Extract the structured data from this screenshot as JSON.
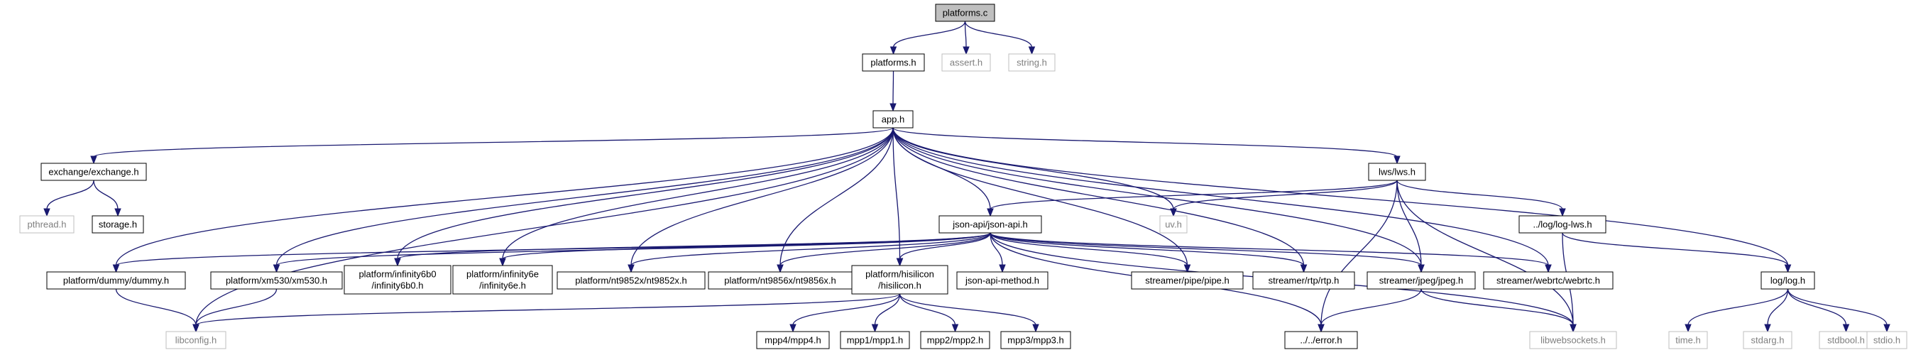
{
  "nodes": [
    {
      "id": "platforms_c",
      "lines": [
        "platforms.c"
      ],
      "kind": "root"
    },
    {
      "id": "platforms_h",
      "lines": [
        "platforms.h"
      ],
      "kind": "normal"
    },
    {
      "id": "assert_h",
      "lines": [
        "assert.h"
      ],
      "kind": "ext"
    },
    {
      "id": "string_h",
      "lines": [
        "string.h"
      ],
      "kind": "ext"
    },
    {
      "id": "app_h",
      "lines": [
        "app.h"
      ],
      "kind": "normal"
    },
    {
      "id": "exchange_h",
      "lines": [
        "exchange/exchange.h"
      ],
      "kind": "normal"
    },
    {
      "id": "pthread_h",
      "lines": [
        "pthread.h"
      ],
      "kind": "ext"
    },
    {
      "id": "storage_h",
      "lines": [
        "storage.h"
      ],
      "kind": "normal"
    },
    {
      "id": "lws_h",
      "lines": [
        "lws/lws.h"
      ],
      "kind": "normal"
    },
    {
      "id": "uv_h",
      "lines": [
        "uv.h"
      ],
      "kind": "ext"
    },
    {
      "id": "loglws_h",
      "lines": [
        "../log/log-lws.h"
      ],
      "kind": "normal"
    },
    {
      "id": "json_h",
      "lines": [
        "json-api/json-api.h"
      ],
      "kind": "normal"
    },
    {
      "id": "dummy_h",
      "lines": [
        "platform/dummy/dummy.h"
      ],
      "kind": "normal"
    },
    {
      "id": "xm530_h",
      "lines": [
        "platform/xm530/xm530.h"
      ],
      "kind": "normal"
    },
    {
      "id": "inf6b0_h",
      "lines": [
        "platform/infinity6b0",
        "/infinity6b0.h"
      ],
      "kind": "normal"
    },
    {
      "id": "inf6e_h",
      "lines": [
        "platform/infinity6e",
        "/infinity6e.h"
      ],
      "kind": "normal"
    },
    {
      "id": "nt9852x_h",
      "lines": [
        "platform/nt9852x/nt9852x.h"
      ],
      "kind": "normal"
    },
    {
      "id": "nt9856x_h",
      "lines": [
        "platform/nt9856x/nt9856x.h"
      ],
      "kind": "normal"
    },
    {
      "id": "hisi_h",
      "lines": [
        "platform/hisilicon",
        "/hisilicon.h"
      ],
      "kind": "normal"
    },
    {
      "id": "jsonmethod_h",
      "lines": [
        "json-api-method.h"
      ],
      "kind": "normal"
    },
    {
      "id": "pipe_h",
      "lines": [
        "streamer/pipe/pipe.h"
      ],
      "kind": "normal"
    },
    {
      "id": "rtp_h",
      "lines": [
        "streamer/rtp/rtp.h"
      ],
      "kind": "normal"
    },
    {
      "id": "jpeg_h",
      "lines": [
        "streamer/jpeg/jpeg.h"
      ],
      "kind": "normal"
    },
    {
      "id": "webrtc_h",
      "lines": [
        "streamer/webrtc/webrtc.h"
      ],
      "kind": "normal"
    },
    {
      "id": "log_h",
      "lines": [
        "log/log.h"
      ],
      "kind": "normal"
    },
    {
      "id": "libconfig_h",
      "lines": [
        "libconfig.h"
      ],
      "kind": "ext"
    },
    {
      "id": "mpp4_h",
      "lines": [
        "mpp4/mpp4.h"
      ],
      "kind": "normal"
    },
    {
      "id": "mpp1_h",
      "lines": [
        "mpp1/mpp1.h"
      ],
      "kind": "normal"
    },
    {
      "id": "mpp2_h",
      "lines": [
        "mpp2/mpp2.h"
      ],
      "kind": "normal"
    },
    {
      "id": "mpp3_h",
      "lines": [
        "mpp3/mpp3.h"
      ],
      "kind": "normal"
    },
    {
      "id": "error_h",
      "lines": [
        "../../error.h"
      ],
      "kind": "normal"
    },
    {
      "id": "libws_h",
      "lines": [
        "libwebsockets.h"
      ],
      "kind": "ext"
    },
    {
      "id": "time_h",
      "lines": [
        "time.h"
      ],
      "kind": "ext"
    },
    {
      "id": "stdarg_h",
      "lines": [
        "stdarg.h"
      ],
      "kind": "ext"
    },
    {
      "id": "stdbool_h",
      "lines": [
        "stdbool.h"
      ],
      "kind": "ext"
    },
    {
      "id": "stdio_h",
      "lines": [
        "stdio.h"
      ],
      "kind": "ext"
    }
  ],
  "edges": [
    [
      "platforms_c",
      "platforms_h"
    ],
    [
      "platforms_c",
      "assert_h"
    ],
    [
      "platforms_c",
      "string_h"
    ],
    [
      "platforms_h",
      "app_h"
    ],
    [
      "app_h",
      "exchange_h"
    ],
    [
      "app_h",
      "dummy_h"
    ],
    [
      "app_h",
      "libconfig_h"
    ],
    [
      "app_h",
      "xm530_h"
    ],
    [
      "app_h",
      "inf6b0_h"
    ],
    [
      "app_h",
      "inf6e_h"
    ],
    [
      "app_h",
      "nt9852x_h"
    ],
    [
      "app_h",
      "nt9856x_h"
    ],
    [
      "app_h",
      "hisi_h"
    ],
    [
      "app_h",
      "json_h"
    ],
    [
      "app_h",
      "pipe_h"
    ],
    [
      "app_h",
      "rtp_h"
    ],
    [
      "app_h",
      "jpeg_h"
    ],
    [
      "app_h",
      "webrtc_h"
    ],
    [
      "app_h",
      "uv_h"
    ],
    [
      "app_h",
      "lws_h"
    ],
    [
      "app_h",
      "log_h"
    ],
    [
      "exchange_h",
      "pthread_h"
    ],
    [
      "exchange_h",
      "storage_h"
    ],
    [
      "lws_h",
      "json_h"
    ],
    [
      "lws_h",
      "uv_h"
    ],
    [
      "lws_h",
      "jpeg_h"
    ],
    [
      "lws_h",
      "error_h"
    ],
    [
      "lws_h",
      "libws_h"
    ],
    [
      "lws_h",
      "loglws_h"
    ],
    [
      "json_h",
      "dummy_h"
    ],
    [
      "json_h",
      "xm530_h"
    ],
    [
      "json_h",
      "inf6b0_h"
    ],
    [
      "json_h",
      "inf6e_h"
    ],
    [
      "json_h",
      "nt9852x_h"
    ],
    [
      "json_h",
      "nt9856x_h"
    ],
    [
      "json_h",
      "hisi_h"
    ],
    [
      "json_h",
      "jsonmethod_h"
    ],
    [
      "json_h",
      "pipe_h"
    ],
    [
      "json_h",
      "rtp_h"
    ],
    [
      "json_h",
      "jpeg_h"
    ],
    [
      "json_h",
      "webrtc_h"
    ],
    [
      "json_h",
      "error_h"
    ],
    [
      "json_h",
      "libws_h"
    ],
    [
      "dummy_h",
      "libconfig_h"
    ],
    [
      "xm530_h",
      "libconfig_h"
    ],
    [
      "hisi_h",
      "libconfig_h"
    ],
    [
      "hisi_h",
      "mpp4_h"
    ],
    [
      "hisi_h",
      "mpp1_h"
    ],
    [
      "hisi_h",
      "mpp2_h"
    ],
    [
      "hisi_h",
      "mpp3_h"
    ],
    [
      "jpeg_h",
      "error_h"
    ],
    [
      "jpeg_h",
      "libws_h"
    ],
    [
      "loglws_h",
      "log_h"
    ],
    [
      "loglws_h",
      "libws_h"
    ],
    [
      "log_h",
      "time_h"
    ],
    [
      "log_h",
      "stdarg_h"
    ],
    [
      "log_h",
      "stdbool_h"
    ],
    [
      "log_h",
      "stdio_h"
    ]
  ]
}
